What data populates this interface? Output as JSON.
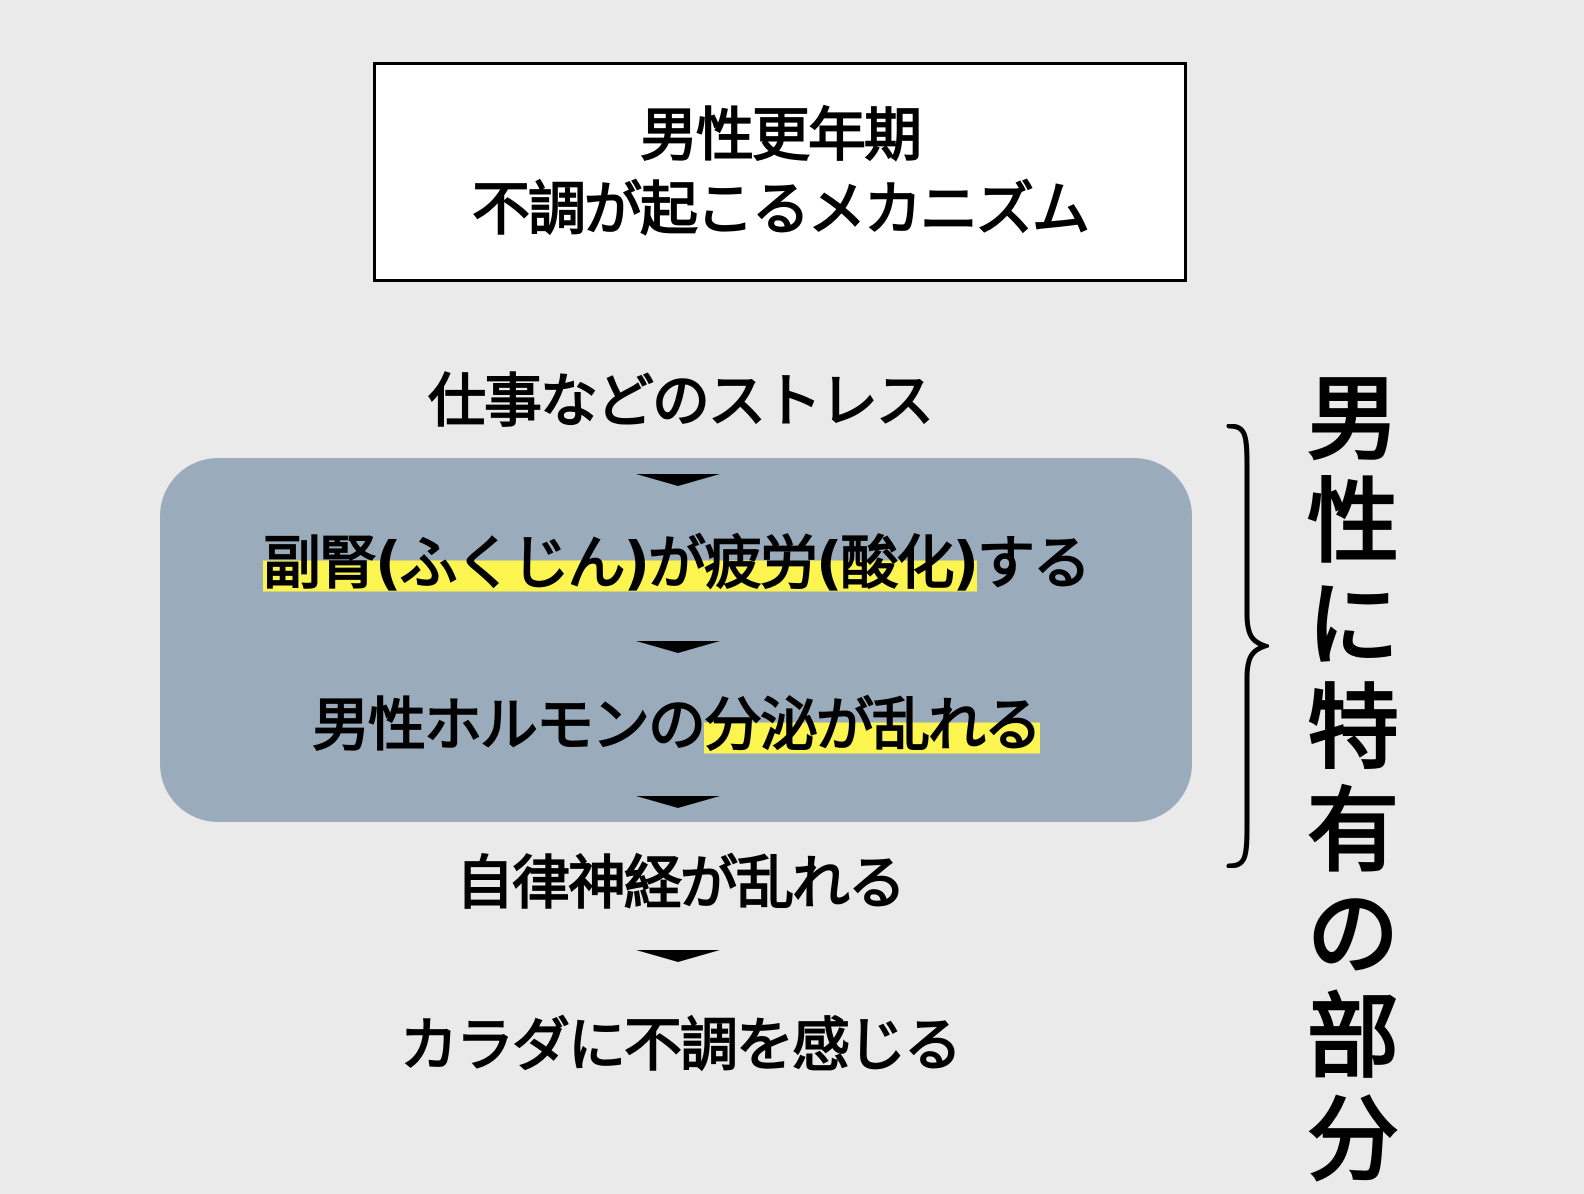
{
  "title": {
    "line1": "男性更年期",
    "line2": "不調が起こるメカニズム"
  },
  "flow": {
    "steps": [
      {
        "text": "仕事などのストレス"
      },
      {
        "text_highlight": "副腎(ふくじん)が疲労(酸化)",
        "text_rest": "する"
      },
      {
        "text_plain": "男性ホルモンの",
        "text_highlight": "分泌が乱れる"
      },
      {
        "text": "自律神経が乱れる"
      },
      {
        "text": "カラダに不調を感じる"
      }
    ],
    "arrow_icon": "down-arrow-icon"
  },
  "side_label": {
    "chars": [
      "男",
      "性",
      "に",
      "特",
      "有",
      "の",
      "部",
      "分"
    ]
  },
  "colors": {
    "background": "#eaeaea",
    "panel": "#9aabbc",
    "highlight": "#fdf54f",
    "text": "#000000"
  }
}
